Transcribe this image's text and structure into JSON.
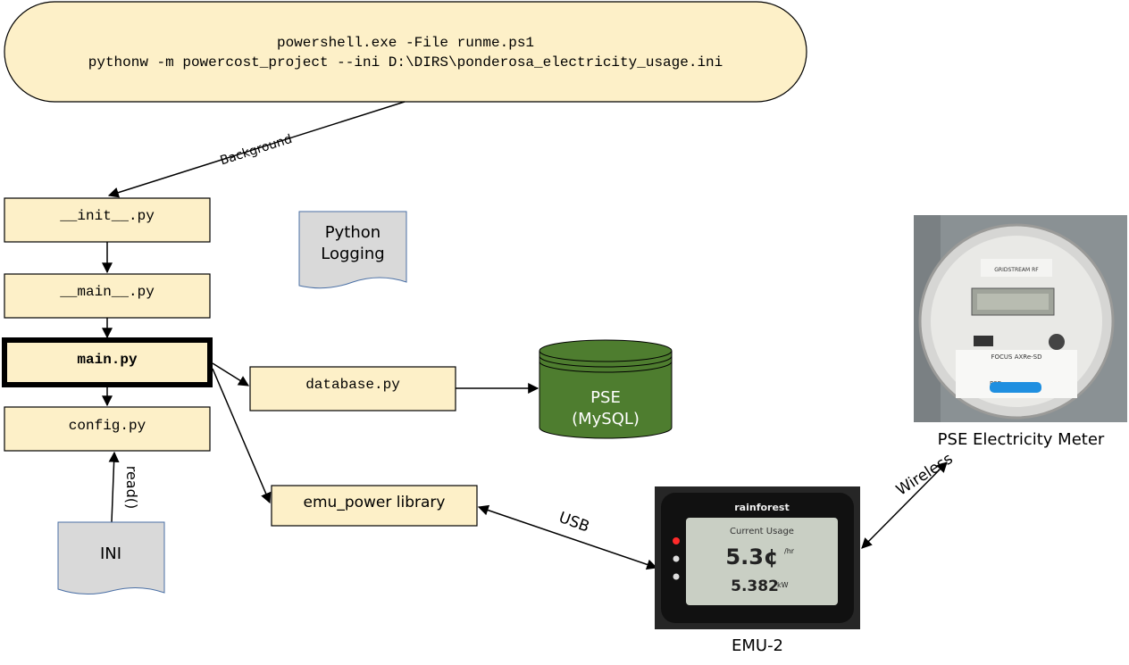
{
  "command": {
    "line1": "powershell.exe -File runme.ps1",
    "line2": "pythonw -m powercost_project --ini D:\\DIRS\\ponderosa_electricity_usage.ini"
  },
  "edges": {
    "background": "Background",
    "read": "read()",
    "usb": "USB",
    "wireless": "Wireless"
  },
  "modules": {
    "init": "__init__.py",
    "main_dunder": "__main__.py",
    "main": "main.py",
    "config": "config.py",
    "database": "database.py",
    "emu_power": "emu_power library"
  },
  "logging": {
    "line1": "Python",
    "line2": "Logging"
  },
  "ini": "INI",
  "db": {
    "line1": "PSE",
    "line2": "(MySQL)"
  },
  "meter": {
    "caption": "PSE Electricity Meter",
    "brand": "GRIDSTREAM RF",
    "model": "FOCUS AXRe-SD",
    "utility": "PSE"
  },
  "emu": {
    "caption": "EMU-2",
    "brand": "rainforest",
    "screen_title": "Current Usage",
    "rate": "5.3¢",
    "rate_unit": "/hr",
    "power": "5.382",
    "power_unit": "kW"
  },
  "colors": {
    "node_fill": "#fdf0c8",
    "node_stroke": "#000000",
    "db_fill": "#4e7d2f",
    "doc_fill": "#d9d9d9",
    "doc_stroke": "#4a6fa5"
  }
}
